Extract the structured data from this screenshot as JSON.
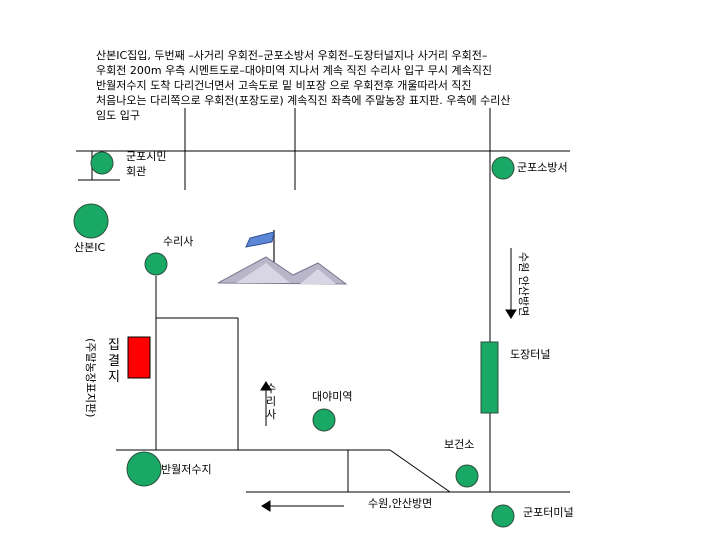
{
  "directions": {
    "text": "산본IC집입, 두번째 –사거리 우회전–군포소방서 우회전–도장터널지나 사거리 우회전–\n우회전 200m 우측 시멘트도로–대야미역 지나서 계속 직진 수리사 입구 무시 계속직진\n반월저수지 도착 다리건너면서 고속도로 밑 비포장 으로 우회전후 개울따라서 직진\n처음나오는 다리쪽으로 우회전(포장도로) 계속직진 좌측에 주말농장 표지판. 우측에 수리산\n임도 입구"
  },
  "landmarks": {
    "gunpo_hall_line1": "군포시민",
    "gunpo_hall_line2": "회관",
    "sanbon_ic": "산본IC",
    "surisa": "수리사",
    "fire_station": "군포소방서",
    "tunnel": "도장터널",
    "daeyami": "대야미역",
    "bogeonso": "보건소",
    "banwol": "반월저수지",
    "terminal": "군포터미널"
  },
  "site_label": "집결지",
  "farm_sign_label": "(주말농장표지판)",
  "arrows": {
    "suwon_ansan_down": "수원 안산방면",
    "surisa_up": "수리사",
    "suwon_ansan_left": "수원,안산방면"
  },
  "colors": {
    "marker_green": "#1aa866",
    "tunnel_green": "#1aa866",
    "site_red": "#ff0000",
    "road": "#000000",
    "flag_blue": "#5c86d6"
  }
}
